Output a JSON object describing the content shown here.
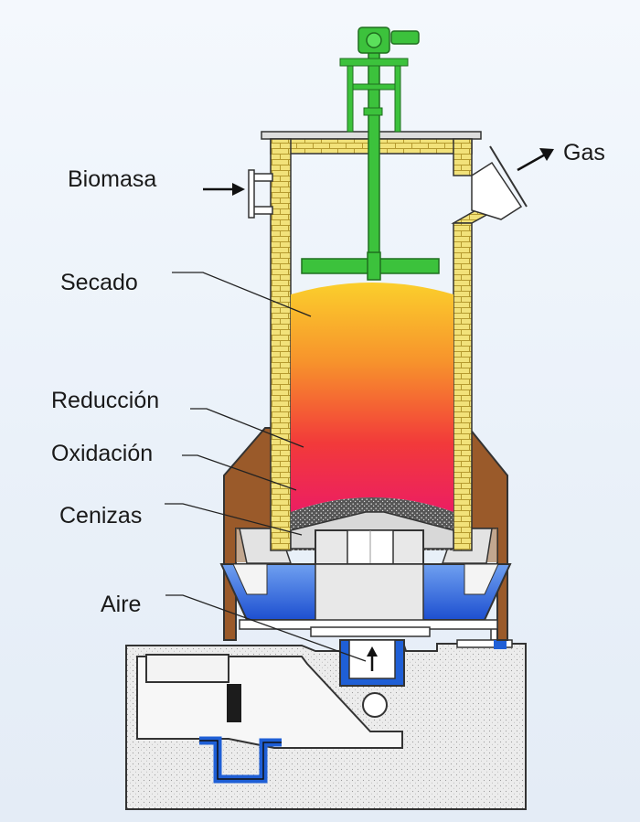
{
  "labels": {
    "biomass": "Biomasa",
    "gas": "Gas",
    "drying": "Secado",
    "reduction": "Reducción",
    "oxidation": "Oxidación",
    "ash": "Cenizas",
    "air": "Aire"
  },
  "colors": {
    "brick": "#f2e27a",
    "brick_mortar": "#b59a2f",
    "hot_top": "#fbbf2a",
    "hot_mid": "#f76f2a",
    "hot_bottom": "#ec1e55",
    "water": "#1f5fd6",
    "jacket": "#9a5a2a",
    "stirrer": "#3cc23c",
    "foundation": "#e9e9e9"
  },
  "icons": [
    "arrow-right-icon",
    "arrow-up-icon",
    "stirrer-motor-icon"
  ]
}
